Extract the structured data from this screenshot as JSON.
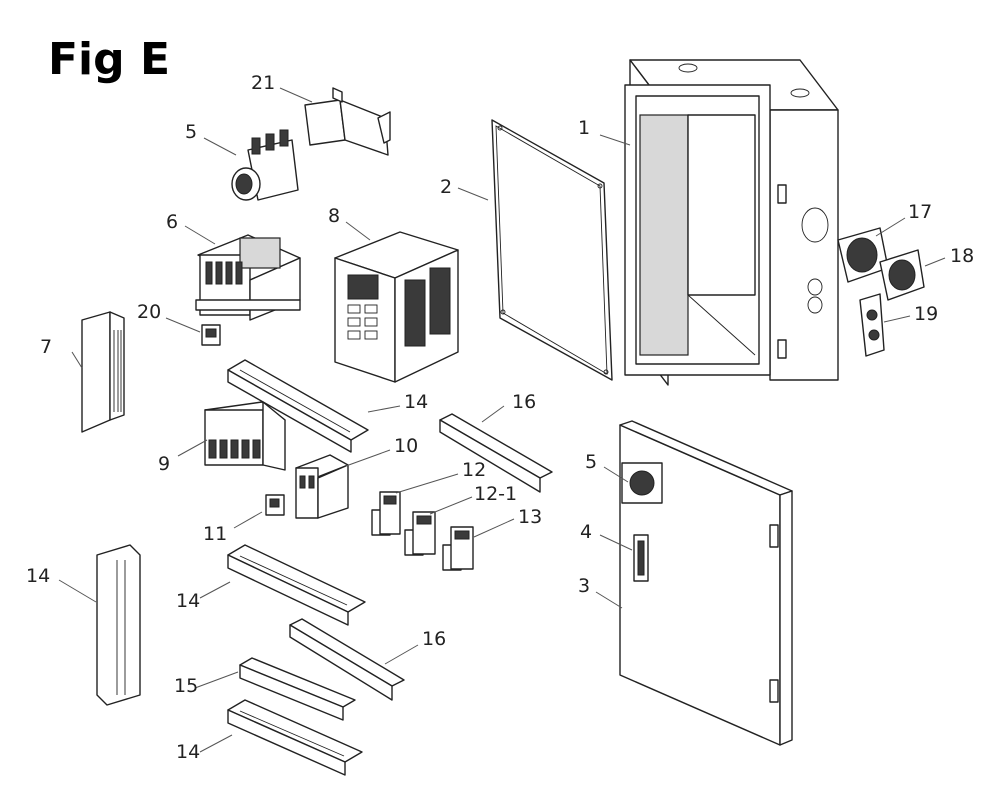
{
  "figure": {
    "title": "Fig E"
  },
  "labels": {
    "l1": "1",
    "l2": "2",
    "l3": "3",
    "l4": "4",
    "l5a": "5",
    "l5b": "5",
    "l6": "6",
    "l7": "7",
    "l8": "8",
    "l9": "9",
    "l10": "10",
    "l11": "11",
    "l12": "12",
    "l12_1": "12-1",
    "l13": "13",
    "l14a": "14",
    "l14b": "14",
    "l14c": "14",
    "l14d": "14",
    "l15": "15",
    "l16a": "16",
    "l16b": "16",
    "l17": "17",
    "l18": "18",
    "l19": "19",
    "l20": "20",
    "l21": "21"
  }
}
